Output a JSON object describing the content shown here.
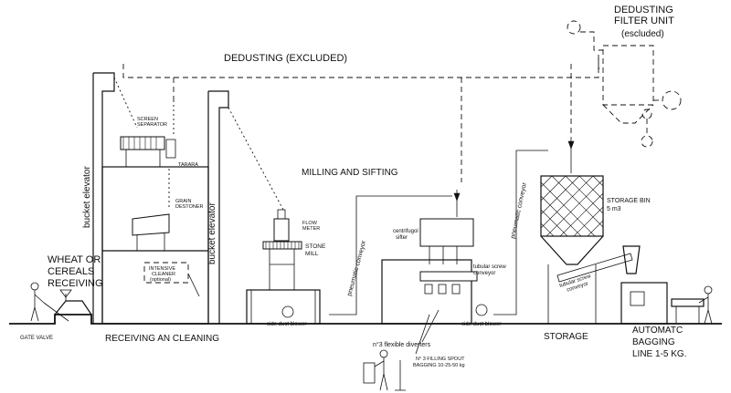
{
  "labels": {
    "dedusting_filter_unit": "DEDUSTING FILTER UNIT",
    "dedusting_filter_excluded": "(escluded)",
    "dedusting_main": "DEDUSTING (EXCLUDED)",
    "screen_separator": "SCREEN SEPARATOR",
    "tarara": "TARARA",
    "grain_destoner": "GRAIN DESTONER",
    "intensive_cleaner": "INTENSIVE CLEANER",
    "intensive_cleaner_optional": "(optional)",
    "bucket_elevator": "bucket elevator",
    "wheat_receiving": "WHEAT OR CEREALS RECEIVING",
    "gate_valve": "GATE VALVE",
    "receiving_cleaning": "RECEIVING AN CLEANING",
    "milling_sifting": "MILLING AND SIFTING",
    "flow_meter": "FLOW METER",
    "stone_mill": "STONE MILL",
    "pneumatic_conveyor": "pneumatic conveyor",
    "side_duct_blower": "side duct blower",
    "centrifugal_sifter": "centrifugal sifter",
    "tubular_screw_conveyor": "tubular screw conveyor",
    "flexible_diverters": "n°3 flexible diverters",
    "filling_spout": "N° 3 FILLING SPOUT",
    "filling_spout_bagging": "BAGGING 10-25-50 kg",
    "storage_bin": "STORAGE BIN",
    "storage_bin_volume": "5 m3",
    "storage": "STORAGE",
    "automatic_bagging": "AUTOMATC BAGGING LINE 1-5 KG."
  }
}
